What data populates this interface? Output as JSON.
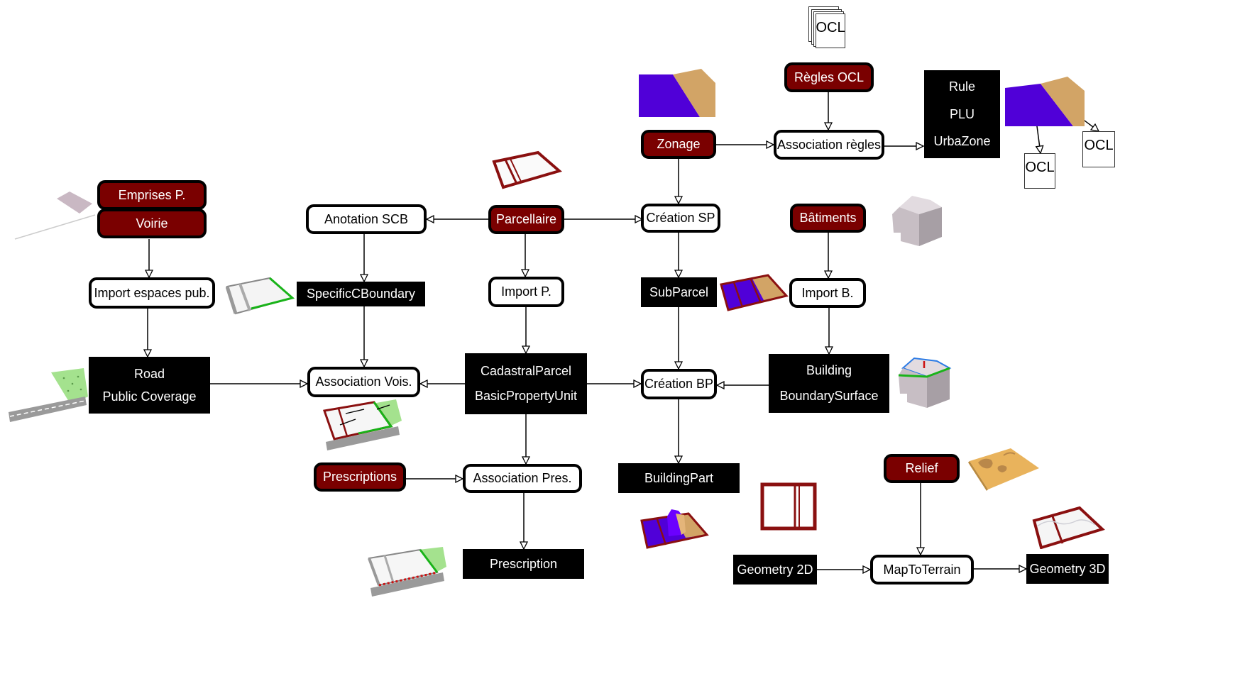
{
  "sources": {
    "emprises": "Emprises P.",
    "voirie": "Voirie",
    "parcellaire": "Parcellaire",
    "zonage": "Zonage",
    "regles_ocl": "Règles OCL",
    "batiments": "Bâtiments",
    "prescriptions": "Prescriptions",
    "relief": "Relief"
  },
  "processes": {
    "import_espaces": "Import espaces pub.",
    "anotation_scb": "Anotation SCB",
    "import_p": "Import P.",
    "creation_sp": "Création SP",
    "association_regles": "Association règles",
    "import_b": "Import B.",
    "association_vois": "Association Vois.",
    "creation_bp": "Création BP",
    "association_pres": "Association Pres.",
    "map_to_terrain": "MapToTerrain"
  },
  "classes": {
    "road": [
      "Road",
      "Public Coverage"
    ],
    "specific_c_boundary": "SpecificCBoundary",
    "sub_parcel": "SubParcel",
    "rule_block": [
      "Rule",
      "PLU",
      "UrbaZone"
    ],
    "cadastral": [
      "CadastralParcel",
      "BasicPropertyUnit"
    ],
    "building": [
      "Building",
      "BoundarySurface"
    ],
    "building_part": "BuildingPart",
    "prescription": "Prescription",
    "geometry_2d": "Geometry 2D",
    "geometry_3d": "Geometry 3D"
  },
  "ocl_label": "OCL",
  "icons": [
    "sidewalk-icon",
    "parcel-outline-icon",
    "zoning-plane-icon",
    "ocl-stack-icon",
    "zoning-ocl-icon",
    "building-block-icon",
    "parcel-green-boundary-icon",
    "subparcel-icon",
    "road-green-icon",
    "neighborhood-parcel-icon",
    "building-boundary-icon",
    "building-part-icon",
    "parcel-frame-icon",
    "prescription-parcel-icon",
    "relief-terrain-icon",
    "parcel-3d-icon"
  ],
  "colors": {
    "source_fill": "#7a0000",
    "class_fill": "#000000",
    "zone_a": "#5000d8",
    "zone_b": "#d2a466",
    "parcel_border": "#8a1010",
    "boundary_green": "#19b319"
  }
}
